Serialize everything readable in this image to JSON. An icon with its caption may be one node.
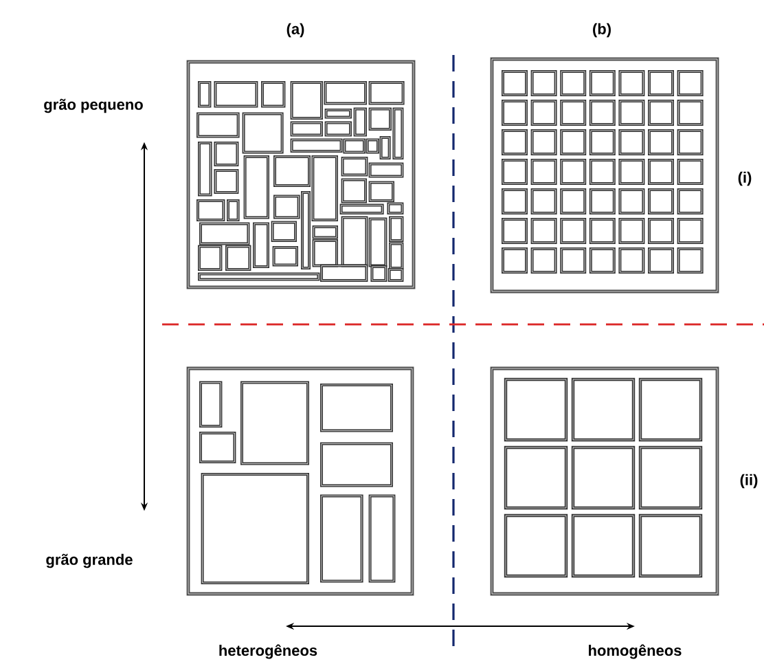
{
  "diagram": {
    "nodes": [
      {
        "text": [
          "grão pequeno"
        ]
      },
      {
        "text": [
          "grão grande"
        ]
      },
      {
        "text": [
          "heterogêneos"
        ]
      },
      {
        "text": [
          "homogêneos"
        ]
      }
    ],
    "edges": [
      {
        "from": 0,
        "to": 1,
        "arrow": "both"
      },
      {
        "from": 2,
        "to": 3,
        "arrow": "both"
      }
    ],
    "labels": [
      "(a)",
      "(b)",
      "(i)",
      "(ii)"
    ]
  }
}
